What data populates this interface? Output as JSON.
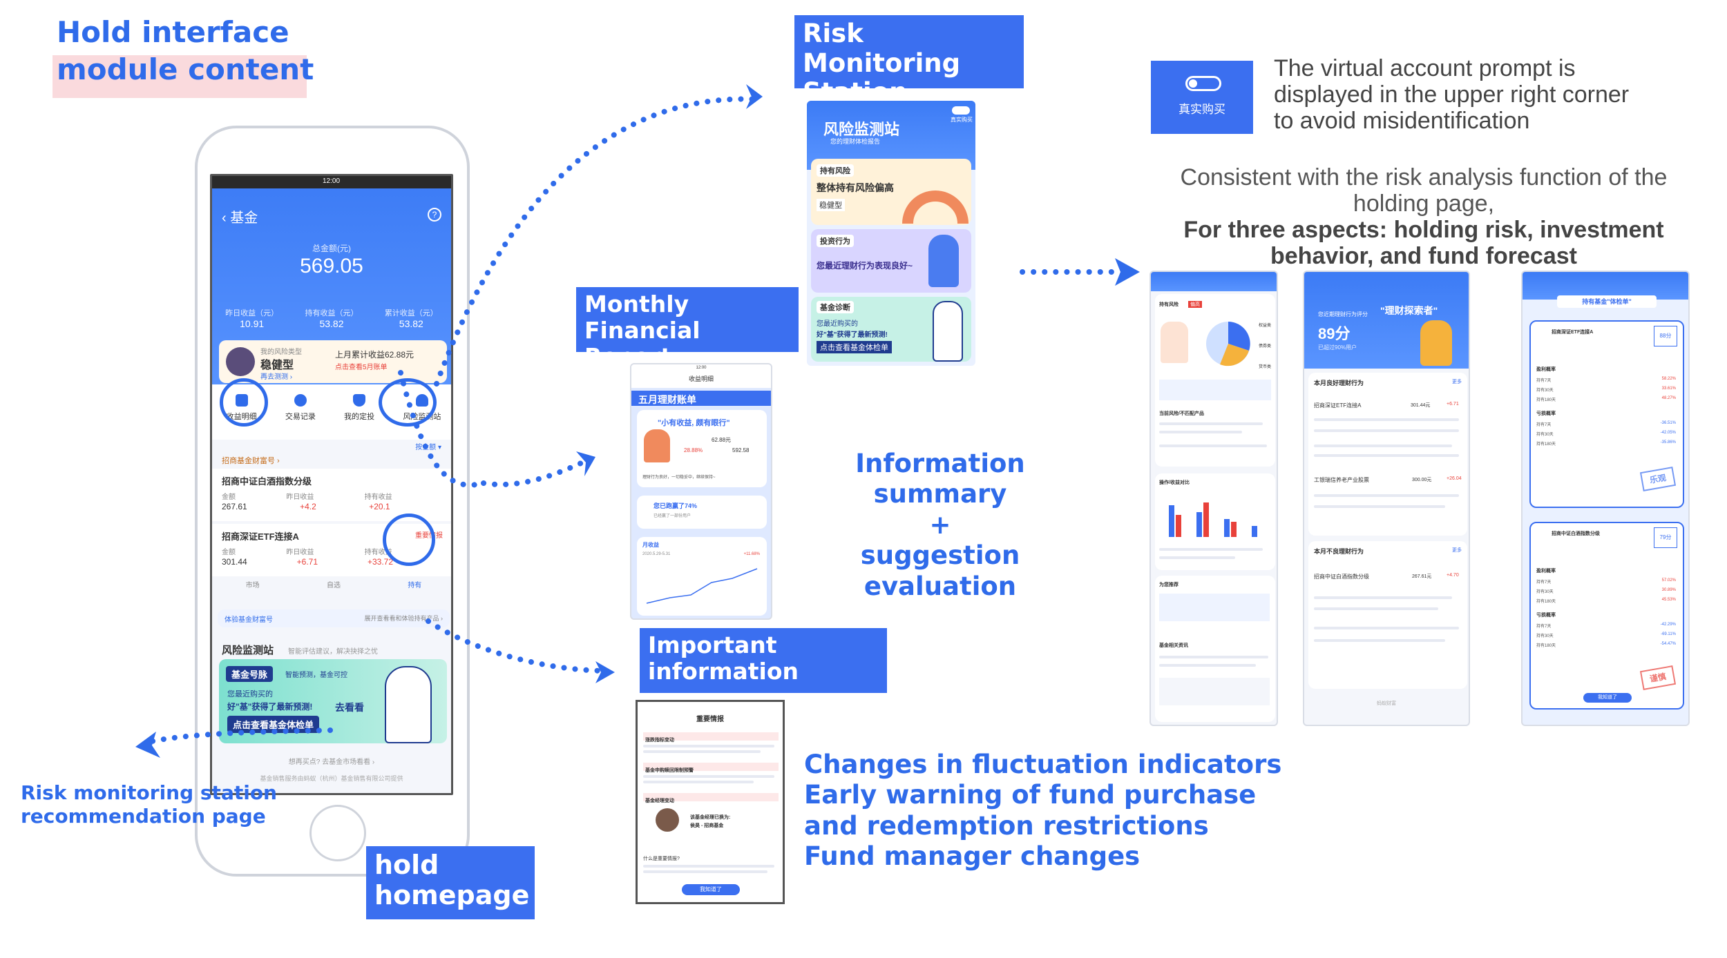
{
  "titles": {
    "hold_interface": "Hold interface",
    "module_content": "module content",
    "risk_monitoring_station": [
      "Risk Monitoring",
      "Station"
    ],
    "monthly_report": [
      "Monthly Financial",
      "Report"
    ],
    "important_info": [
      "Important",
      "information"
    ],
    "hold_homepage": [
      "hold",
      "homepage"
    ]
  },
  "notes": {
    "virtual_prompt": [
      "The virtual account prompt is",
      "displayed in the upper right corner",
      "to avoid misidentification"
    ],
    "consistent": [
      "Consistent with the risk analysis function of the",
      "holding page,"
    ],
    "three_aspects": [
      "For three aspects: holding risk, investment",
      "behavior, and fund forecast"
    ],
    "summary": [
      "Information summary",
      "+",
      "suggestion evaluation"
    ],
    "changes": [
      "Changes in fluctuation indicators",
      "Early warning of fund purchase",
      "and redemption restrictions",
      "Fund manager changes"
    ],
    "recommendation": [
      "Risk monitoring station",
      "recommendation page"
    ]
  },
  "toggle_label": "真实购买",
  "phone": {
    "time": "12:00",
    "back_title": "基金",
    "total_label": "总金额(元)",
    "total_value": "569.05",
    "stats": [
      {
        "label": "昨日收益（元）",
        "value": "10.91"
      },
      {
        "label": "持有收益（元）",
        "value": "53.82"
      },
      {
        "label": "累计收益（元）",
        "value": "53.82"
      }
    ],
    "risk_type_label": "我的风险类型",
    "risk_type": "稳健型",
    "retest": "再去测测 ›",
    "monthly_gain": "上月累计收益62.88元",
    "monthly_sub": "点击查看5月账单",
    "quick_actions": [
      "收益明细",
      "交易记录",
      "我的定投",
      "风险监测站"
    ],
    "sort": "按金额 ▾",
    "account": "招商基金财富号 ›",
    "funds": [
      {
        "name": "招商中证白酒指数分级",
        "tag": "",
        "cols": [
          "金额",
          "昨日收益",
          "持有收益"
        ],
        "vals": [
          "267.61",
          "+4.2",
          "+20.1"
        ]
      },
      {
        "name": "招商深证ETF连接A",
        "tag": "重要情报",
        "cols": [
          "金额",
          "昨日收益",
          "持有收益"
        ],
        "vals": [
          "301.44",
          "+6.71",
          "+33.72"
        ]
      }
    ],
    "tabs": [
      "市场",
      "自选",
      "持有"
    ],
    "experience": "体验基金财富号",
    "experience_more": "展开查看看和体验持有产品 ›",
    "risk_station_title": "风险监测站",
    "risk_station_sub": "智能评估建议，解决抉择之忧",
    "banner_tag": "基金号脉",
    "banner_sub": "智能预测，基金可控",
    "banner_line1": "您最近购买的",
    "banner_line2": "好\"基\"获得了最新预测!",
    "banner_line3": "点击查看基金体检单",
    "banner_btn": "去看看",
    "footer_q": "想再买点? 去基金市场看看 ›",
    "footer_provider": "基金销售服务由蚂蚁（杭州）基金销售有限公司提供"
  },
  "risk_screen": {
    "title": "风险监测站",
    "sub": "您的理财体检报告",
    "toggle": "真实购买",
    "card1_tag": "持有风险",
    "card1_title": "整体持有风险偏高",
    "card1_sub": "稳健型",
    "card2_tag": "投资行为",
    "card2_title": "您最近理财行为表现良好~",
    "card3_tag": "基金诊断",
    "card3_title": "您最近购买的",
    "card3_line": "好\"基\"获得了最新预测!",
    "card3_btn": "点击查看基金体检单"
  },
  "month_screen": {
    "time": "12:00",
    "title": "收益明细",
    "bill_title": "五月理财账单",
    "slogan": "\"小有收益, 颇有眼行\"",
    "amount1": "62.88元",
    "amount2": "592.58",
    "gain_rate": "28.88%",
    "tip": "理财行为良好，一切稳妥中，继续保持~",
    "beat": "您已跑赢了74%",
    "beat_sub": "已经赢了一部份用户",
    "line_label": "月收益",
    "line_range": "2020.5.29-5.31",
    "line_rate": "+11.68%"
  },
  "important_screen": {
    "title": "重要情报",
    "section1": "涨跌指标变动",
    "section2": "基金申购赎回限制预警",
    "section3": "基金经理变动",
    "manager_change": "该基金经理已换为:",
    "manager_name": "侯昊 - 招商基金",
    "footer_q": "什么是重要情报?",
    "btn": "我知道了"
  },
  "report1": {
    "section1": "持有风险",
    "tag": "偏高",
    "pie_labels": [
      "权益类",
      "债券类",
      "货币类"
    ],
    "section2": "当前风险/不匹配产品",
    "section3": "操作/收益对比",
    "section4": "为您推荐",
    "section5": "基金相关资讯"
  },
  "report2": {
    "title": "\"理财探索者\"",
    "score_label": "您近期理财行为评分",
    "score": "89分",
    "beat": "已超过90%用户",
    "good_title": "本月良好理财行为",
    "more": "更多",
    "fund1": "招商深证ETF连接A",
    "fund1_val": "301.44元",
    "fund1_gain": "+6.71",
    "fund2": "工银瑞信养老产业股票",
    "fund2_val": "300.00元",
    "fund2_gain": "+26.04",
    "bad_title": "本月不良理财行为",
    "fund3": "招商中证白酒指数分级",
    "fund3_val": "267.61元",
    "fund3_gain": "+4.70",
    "footer": "蚂蚁财富"
  },
  "report3": {
    "title": "持有基金\"体检单\"",
    "score1": "88分",
    "score2": "79分",
    "fund1": "招商深证ETF连接A",
    "fund2": "招商中证白酒指数分级",
    "profit_label": "盈利概率",
    "loss_label": "亏损概率",
    "rows": [
      "持有7天",
      "持有30天",
      "持有180天"
    ],
    "profit1": [
      "58.22%",
      "33.61%",
      "48.27%"
    ],
    "loss1": [
      "-36.51%",
      "-42.05%",
      "-35.86%"
    ],
    "profit2": [
      "57.02%",
      "30.89%",
      "45.53%"
    ],
    "loss2": [
      "-42.29%",
      "-69.11%",
      "-54.47%"
    ],
    "stamp1": "乐观",
    "stamp2": "谨慎",
    "btn": "我知道了"
  },
  "colors": {
    "accent": "#3b6ff0",
    "text_blue": "#2f6bea",
    "gain_red": "#e8413a",
    "label_pink": "#fadadd"
  }
}
